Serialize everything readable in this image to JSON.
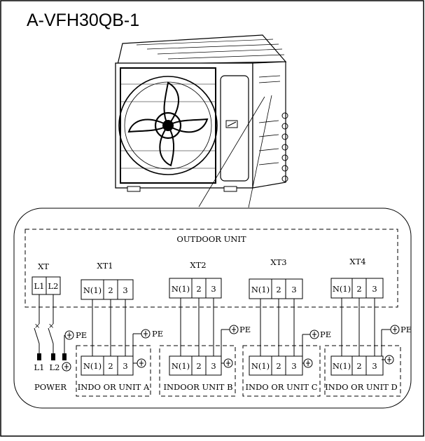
{
  "title": "A-VFH30QB-1",
  "outdoor_unit_label": "OUTDOOR UNIT",
  "power_block": {
    "label": "XT",
    "terminals": [
      "L1",
      "L2"
    ],
    "bottom_labels": [
      "L1",
      "L2"
    ],
    "caption": "POWER",
    "pe_label": "PE"
  },
  "outdoor_blocks": [
    {
      "label": "XT1",
      "terminals": [
        "N(1)",
        "2",
        "3"
      ]
    },
    {
      "label": "XT2",
      "terminals": [
        "N(1)",
        "2",
        "3"
      ]
    },
    {
      "label": "XT3",
      "terminals": [
        "N(1)",
        "2",
        "3"
      ]
    },
    {
      "label": "XT4",
      "terminals": [
        "N(1)",
        "2",
        "3"
      ]
    }
  ],
  "indoor_units": [
    {
      "caption": "INDO OR UNIT A",
      "terminals": [
        "N(1)",
        "2",
        "3"
      ],
      "pe_label": "PE"
    },
    {
      "caption": "INDOOR UNIT B",
      "terminals": [
        "N(1)",
        "2",
        "3"
      ],
      "pe_label": "PE"
    },
    {
      "caption": "INDO OR UNIT C",
      "terminals": [
        "N(1)",
        "2",
        "3"
      ],
      "pe_label": "PE"
    },
    {
      "caption": "INDO OR UNIT D",
      "terminals": [
        "N(1)",
        "2",
        "3"
      ],
      "pe_label": "PE"
    }
  ]
}
